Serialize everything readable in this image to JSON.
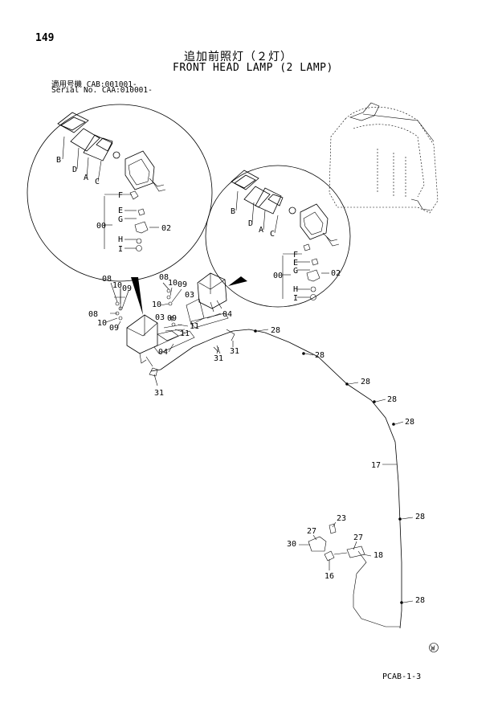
{
  "header": {
    "page_number": "149",
    "title_jp": "追加前照灯（２灯）",
    "title_en": "FRONT HEAD LAMP (2 LAMP)",
    "serial_line1": "適用号機  CAB:001001-",
    "serial_line2": "Serial No. CAA:010001-"
  },
  "detail_left": {
    "letters": [
      "B",
      "D",
      "A",
      "C",
      "F",
      "E",
      "G",
      "00",
      "02",
      "H",
      "I"
    ]
  },
  "detail_right": {
    "letters": [
      "B",
      "D",
      "A",
      "C",
      "F",
      "E",
      "G",
      "00",
      "02",
      "H",
      "I"
    ]
  },
  "left_lamp_labels": [
    "08",
    "10",
    "09",
    "08",
    "10",
    "09"
  ],
  "center_labels": [
    "08",
    "10",
    "09",
    "10",
    "03",
    "09",
    "11",
    "11",
    "03",
    "04",
    "04"
  ],
  "harness_labels": [
    "28",
    "31",
    "31",
    "31",
    "28",
    "28",
    "28",
    "28",
    "17",
    "28",
    "28"
  ],
  "lower_labels": [
    "23",
    "27",
    "27",
    "30",
    "18",
    "16"
  ],
  "footer": {
    "mark": "W",
    "code": "PCAB-1-3"
  }
}
